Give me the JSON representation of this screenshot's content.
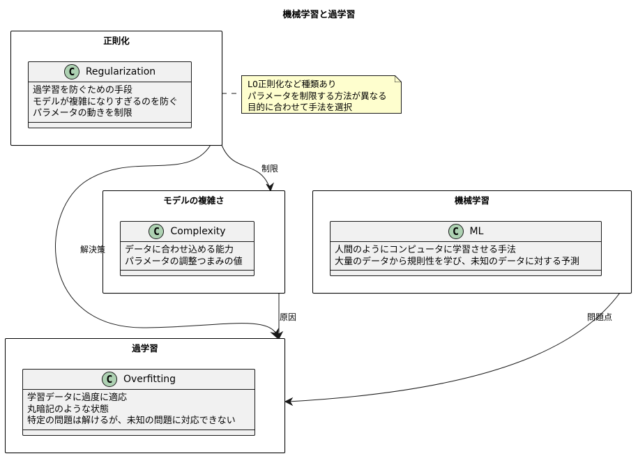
{
  "diagram": {
    "title": "機械学習と過学習",
    "packages": {
      "regularization": {
        "title": "正則化",
        "class": {
          "name": "Regularization",
          "lines": [
            "過学習を防ぐための手段",
            "モデルが複雑になりすぎるのを防ぐ",
            "パラメータの動きを制限"
          ]
        }
      },
      "complexity": {
        "title": "モデルの複雑さ",
        "class": {
          "name": "Complexity",
          "lines": [
            "データに合わせ込める能力",
            "パラメータの調整つまみの値"
          ]
        }
      },
      "ml": {
        "title": "機械学習",
        "class": {
          "name": "ML",
          "lines": [
            "人間のようにコンピュータに学習させる手法",
            "大量のデータから規則性を学び、未知のデータに対する予測"
          ]
        }
      },
      "overfitting": {
        "title": "過学習",
        "class": {
          "name": "Overfitting",
          "lines": [
            "学習データに過度に適応",
            "丸暗記のような状態",
            "特定の問題は解けるが、未知の問題に対応できない"
          ]
        }
      }
    },
    "note": {
      "lines": [
        "L0正則化など種類あり",
        "パラメータを制限する方法が異なる",
        "目的に合わせて手法を選択"
      ]
    },
    "edges": {
      "restrict": "制限",
      "solution": "解決策",
      "cause": "原因",
      "problem": "問題点"
    }
  }
}
